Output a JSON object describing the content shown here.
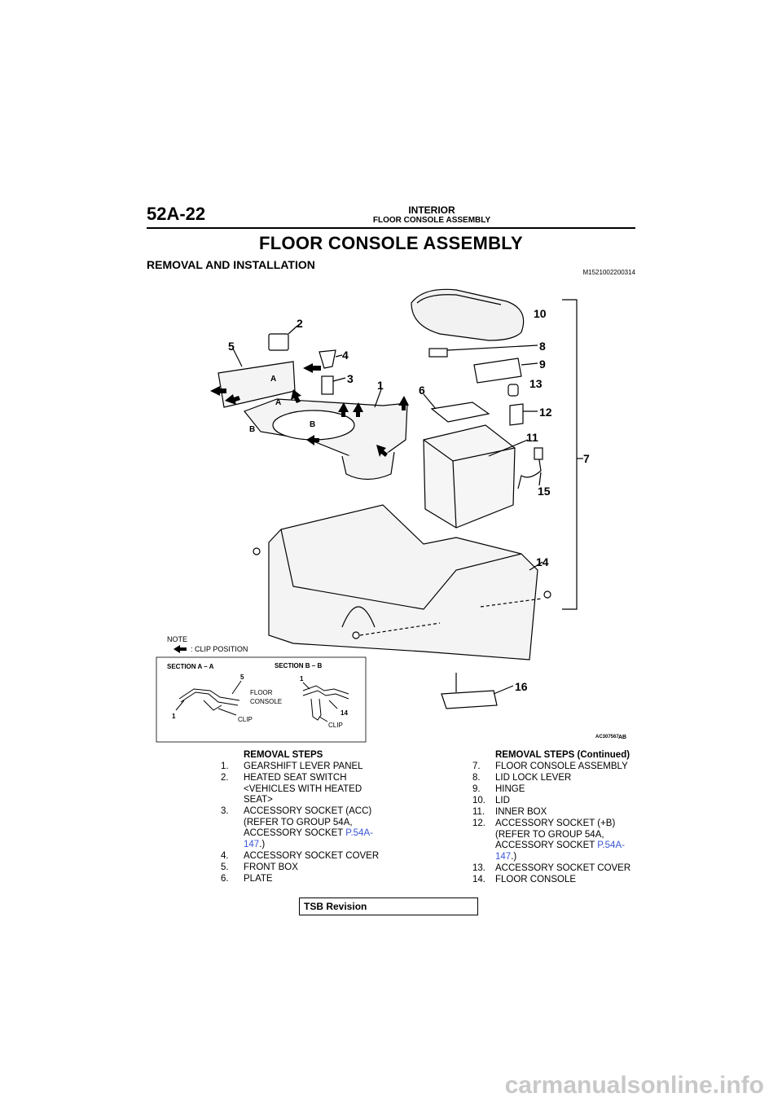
{
  "header": {
    "page_number": "52A-22",
    "section": "INTERIOR",
    "subsection": "FLOOR CONSOLE ASSEMBLY"
  },
  "title": "FLOOR CONSOLE ASSEMBLY",
  "subtitle": "REMOVAL AND INSTALLATION",
  "doc_code": "M1521002200314",
  "figure": {
    "callouts": [
      "1",
      "2",
      "3",
      "4",
      "5",
      "6",
      "7",
      "8",
      "9",
      "10",
      "11",
      "12",
      "13",
      "14",
      "15",
      "16"
    ],
    "section_letters": [
      "A",
      "A",
      "B",
      "B"
    ],
    "note_label": "NOTE",
    "note_text": ": CLIP POSITION",
    "section_a_title": "SECTION A – A",
    "section_b_title": "SECTION B – B",
    "section_a_callouts": [
      "5",
      "1"
    ],
    "section_a_labels": [
      "FLOOR",
      "CONSOLE",
      "CLIP"
    ],
    "section_b_callouts": [
      "1",
      "14"
    ],
    "section_b_labels": [
      "CLIP"
    ],
    "figure_code": "AC307567",
    "figure_code_suffix": "AB"
  },
  "steps_left": {
    "heading": "REMOVAL STEPS",
    "items": [
      {
        "n": "1.",
        "lines": [
          "GEARSHIFT LEVER PANEL"
        ]
      },
      {
        "n": "2.",
        "lines": [
          "HEATED SEAT SWITCH",
          "<VEHICLES WITH HEATED",
          "SEAT>"
        ]
      },
      {
        "n": "3.",
        "lines": [
          "ACCESSORY SOCKET (ACC)",
          "(REFER TO GROUP 54A,",
          "ACCESSORY SOCKET "
        ],
        "link": "P.54A-",
        "link2": "147",
        "tail": ".)"
      },
      {
        "n": "4.",
        "lines": [
          "ACCESSORY SOCKET COVER"
        ]
      },
      {
        "n": "5.",
        "lines": [
          "FRONT BOX"
        ]
      },
      {
        "n": "6.",
        "lines": [
          "PLATE"
        ]
      }
    ]
  },
  "steps_right": {
    "heading": "REMOVAL STEPS (Continued)",
    "items": [
      {
        "n": "7.",
        "lines": [
          "FLOOR CONSOLE ASSEMBLY"
        ]
      },
      {
        "n": "8.",
        "lines": [
          "LID LOCK LEVER"
        ]
      },
      {
        "n": "9.",
        "lines": [
          "HINGE"
        ]
      },
      {
        "n": "10.",
        "lines": [
          "LID"
        ]
      },
      {
        "n": "11.",
        "lines": [
          "INNER BOX"
        ]
      },
      {
        "n": "12.",
        "lines": [
          "ACCESSORY SOCKET (+B)",
          "(REFER TO GROUP 54A,",
          "ACCESSORY SOCKET "
        ],
        "link": "P.54A-",
        "link2": "147",
        "tail": ".)"
      },
      {
        "n": "13.",
        "lines": [
          "ACCESSORY SOCKET COVER"
        ]
      },
      {
        "n": "14.",
        "lines": [
          "FLOOR CONSOLE"
        ]
      }
    ]
  },
  "footer": {
    "tsb_label": "TSB Revision"
  },
  "watermark": "carmanualsonline.info"
}
